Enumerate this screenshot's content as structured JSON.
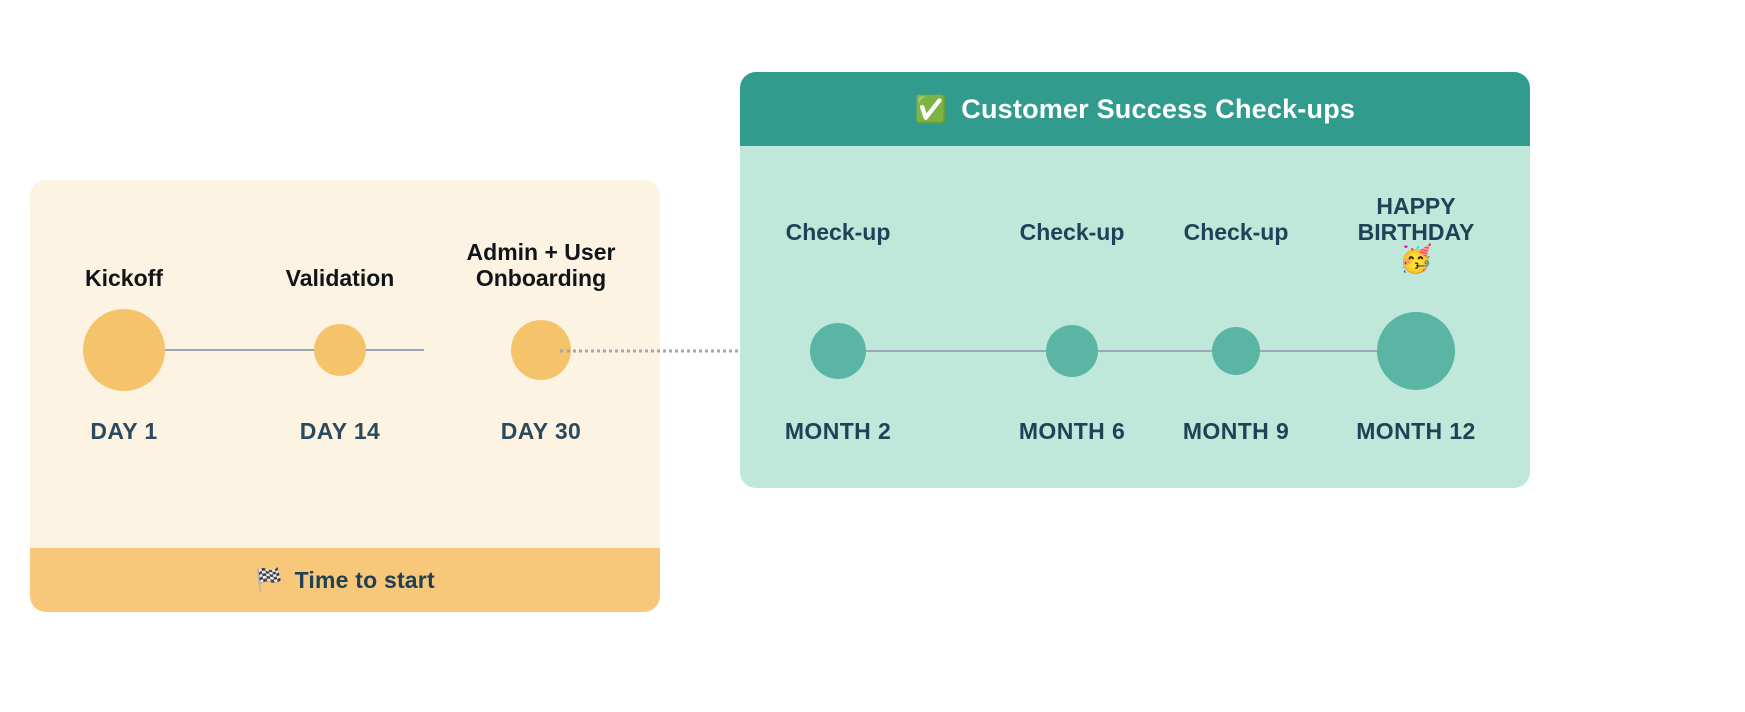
{
  "onboarding": {
    "card_bg": "#FDF3E3",
    "dot_color": "#F5C36A",
    "line_color": "#9AA9B4",
    "milestones": [
      {
        "top_label": "Kickoff",
        "bottom_label": "DAY 1"
      },
      {
        "top_label": "Validation",
        "bottom_label": "DAY 14"
      },
      {
        "top_label": "Admin + User\nOnboarding",
        "bottom_label": "DAY 30"
      }
    ],
    "footer": {
      "emoji": "🏁",
      "emoji_name": "chequered-flag-icon",
      "label": "Time to start",
      "bg": "#F8C87A",
      "text_color": "#214055"
    }
  },
  "success": {
    "card_bg": "#BFE8DA",
    "header_bg": "#319C8D",
    "header_emoji": "✅",
    "header_emoji_name": "white-check-mark-icon",
    "header_title": "Customer Success Check-ups",
    "header_text_color": "#FFFFFF",
    "dot_color": "#5BB5A5",
    "line_color": "#9AA9B4",
    "milestones": [
      {
        "top_label": "Check-up",
        "bottom_label": "MONTH 2",
        "emoji": ""
      },
      {
        "top_label": "Check-up",
        "bottom_label": "MONTH 6",
        "emoji": ""
      },
      {
        "top_label": "Check-up",
        "bottom_label": "MONTH 9",
        "emoji": ""
      },
      {
        "top_label": "HAPPY\nBIRTHDAY",
        "bottom_label": "MONTH 12",
        "emoji": "🥳",
        "emoji_name": "partying-face-icon"
      }
    ]
  },
  "connector": {
    "style": "dotted",
    "color": "#9AA9B4"
  }
}
